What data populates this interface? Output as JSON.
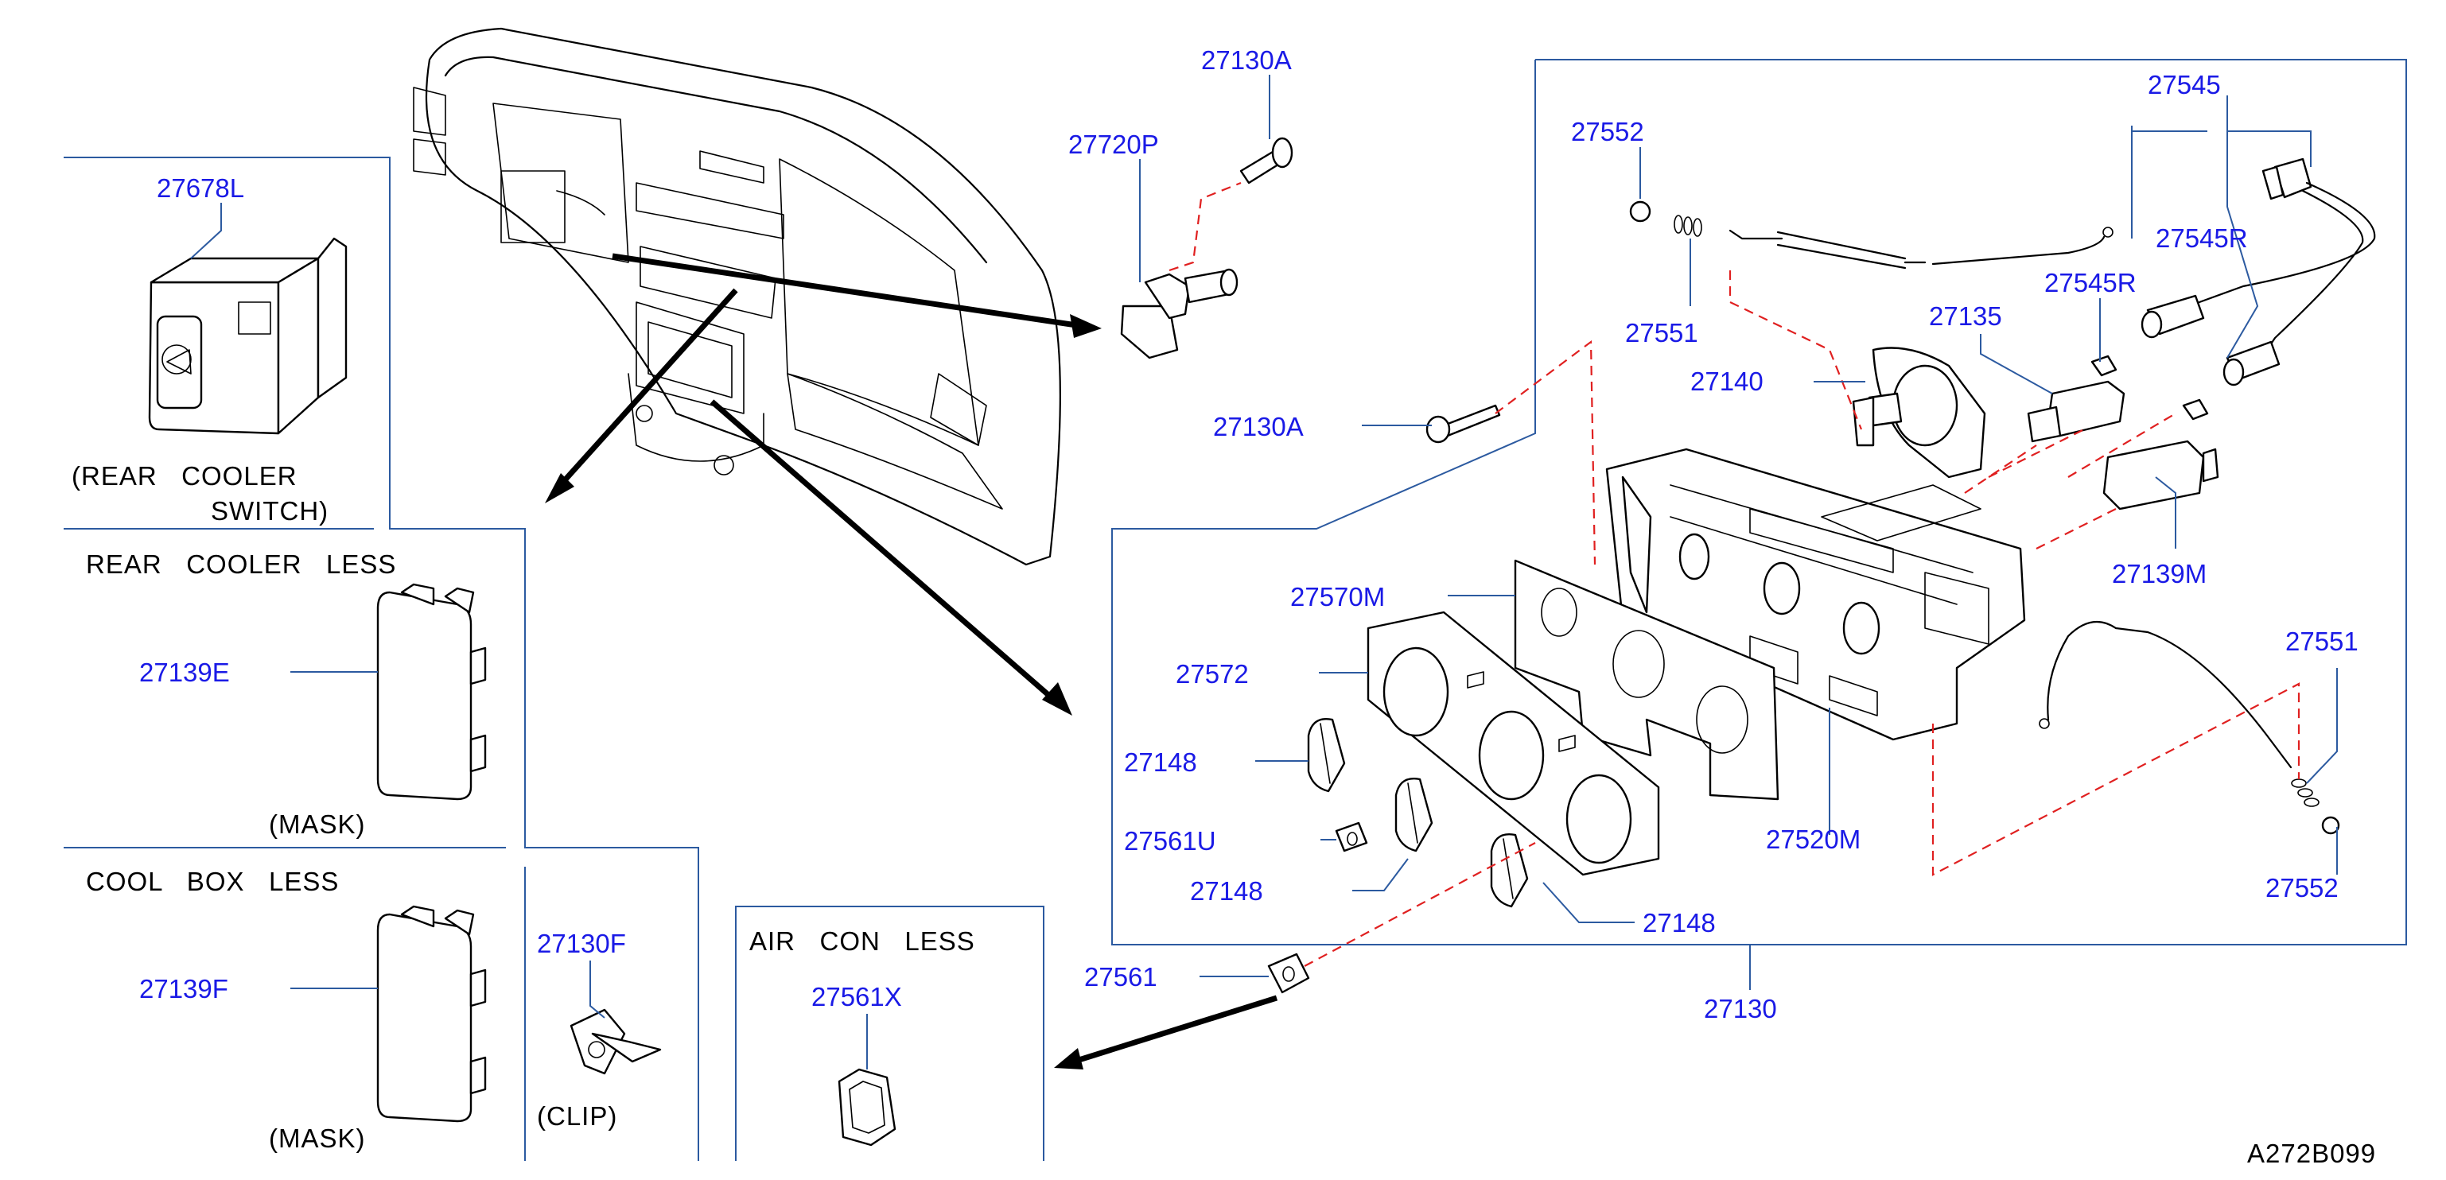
{
  "parts": {
    "p27130A_top": "27130A",
    "p27720P": "27720P",
    "p27678L": "27678L",
    "p27552_top": "27552",
    "p27545": "27545",
    "p27545R_right": "27545R",
    "p27545R_mid": "27545R",
    "p27551_top": "27551",
    "p27135": "27135",
    "p27140": "27140",
    "p27130A_mid": "27130A",
    "p27570M": "27570M",
    "p27139M": "27139M",
    "p27572": "27572",
    "p27551_right": "27551",
    "p27148_a": "27148",
    "p27561U": "27561U",
    "p27148_b": "27148",
    "p27520M": "27520M",
    "p27148_c": "27148",
    "p27552_bottom": "27552",
    "p27561": "27561",
    "p27130": "27130",
    "p27139E": "27139E",
    "p27139F": "27139F",
    "p27130F": "27130F",
    "p27561X": "27561X"
  },
  "captions": {
    "rear_cooler_switch_1": "(REAR   COOLER",
    "rear_cooler_switch_2": "SWITCH)",
    "rear_cooler_less": "REAR   COOLER   LESS",
    "mask_1": "(MASK)",
    "cool_box_less": "COOL   BOX   LESS",
    "mask_2": "(MASK)",
    "clip": "(CLIP)",
    "air_con_less": "AIR   CON   LESS"
  },
  "diagram_code": "A272B099",
  "colors": {
    "part_number": "#1a1ae6",
    "leader_line": "#2c5aa0",
    "dashed_line": "#e02020",
    "drawing": "#000000"
  }
}
